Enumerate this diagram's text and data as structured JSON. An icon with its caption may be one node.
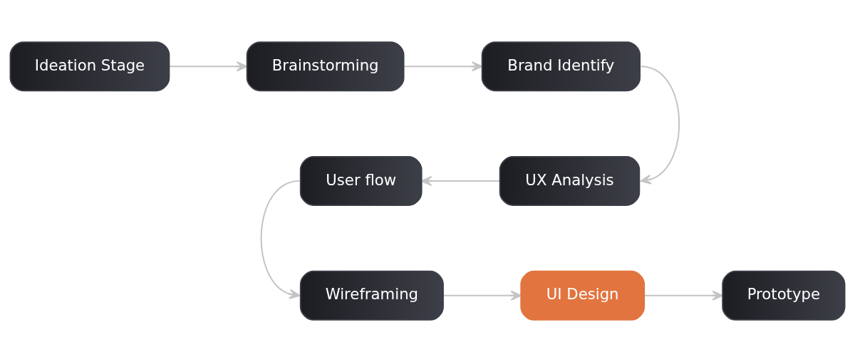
{
  "diagram": {
    "nodes": [
      {
        "text": [
          "Ideation Stage"
        ]
      },
      {
        "text": [
          "Brainstorming"
        ]
      },
      {
        "text": [
          "Brand Identify"
        ]
      },
      {
        "text": [
          "UX Analysis"
        ]
      },
      {
        "text": [
          "User flow"
        ]
      },
      {
        "text": [
          "Wireframing"
        ]
      },
      {
        "text": [
          "UI Design"
        ]
      },
      {
        "text": [
          "Prototype"
        ]
      }
    ],
    "edges": [
      {
        "from": 0,
        "to": 1,
        "arrow": "to"
      },
      {
        "from": 1,
        "to": 2,
        "arrow": "to"
      },
      {
        "from": 2,
        "to": 3,
        "arrow": "to"
      },
      {
        "from": 3,
        "to": 4,
        "arrow": "to"
      },
      {
        "from": 4,
        "to": 5,
        "arrow": "to"
      },
      {
        "from": 5,
        "to": 6,
        "arrow": "to"
      },
      {
        "from": 6,
        "to": 7,
        "arrow": "to"
      }
    ]
  }
}
